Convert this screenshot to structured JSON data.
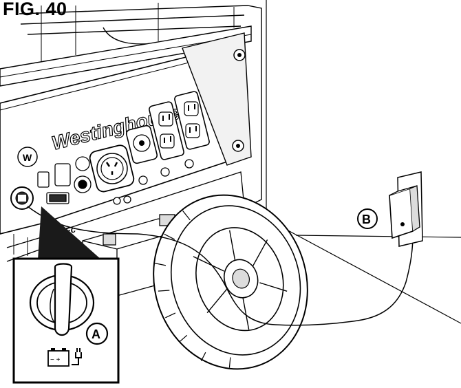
{
  "figure": {
    "title": "FIG. 40",
    "brand": "Westinghouse",
    "emblem_text": "W",
    "subbrand": "TFc",
    "callout_a": "A",
    "callout_b": "B",
    "battery_symbol": "−  +"
  },
  "colors": {
    "line": "#000000",
    "paper": "#ffffff",
    "shade": "#dcdcdc",
    "dark": "#2a2a2a"
  }
}
